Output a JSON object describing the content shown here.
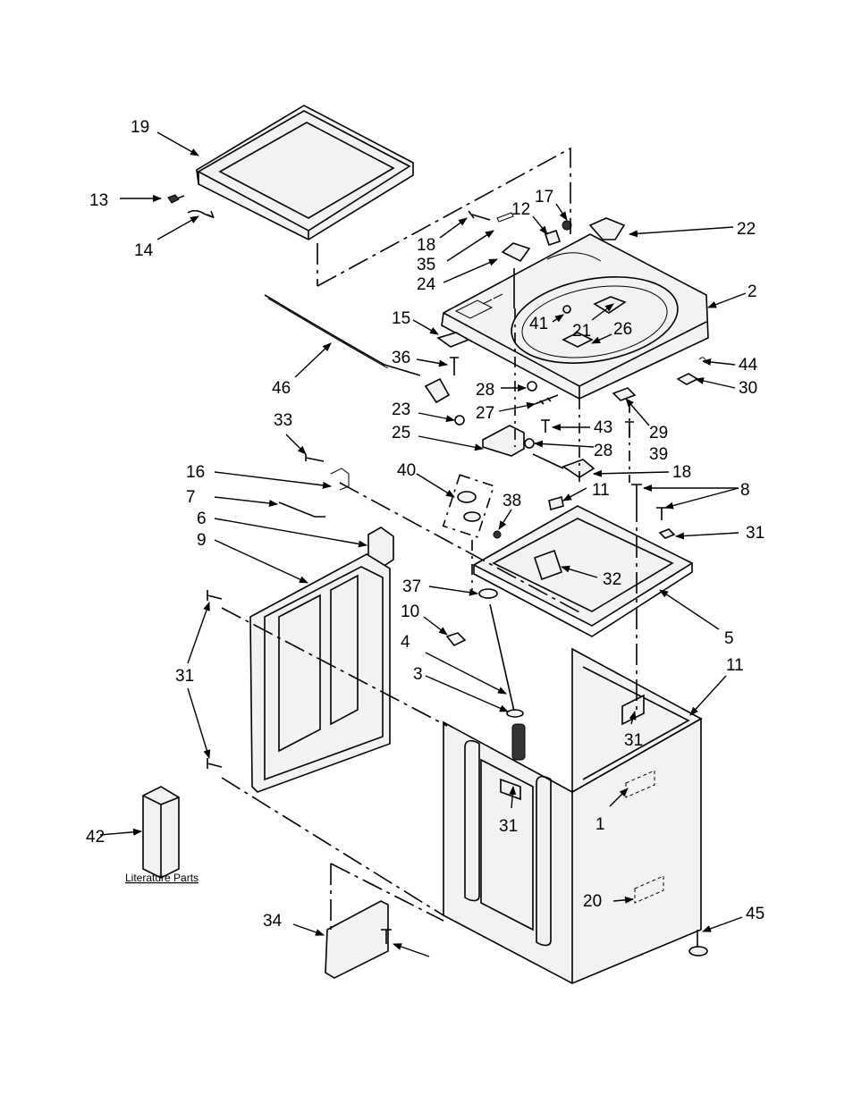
{
  "diagram": {
    "literature_label": "Literature Parts",
    "callouts": [
      "19",
      "13",
      "14",
      "18",
      "35",
      "24",
      "12",
      "17",
      "22",
      "2",
      "15",
      "36",
      "46",
      "41",
      "21",
      "26",
      "44",
      "30",
      "28",
      "27",
      "43",
      "29",
      "39",
      "23",
      "25",
      "18",
      "33",
      "16",
      "7",
      "6",
      "9",
      "40",
      "38",
      "11",
      "8",
      "31",
      "32",
      "37",
      "10",
      "4",
      "3",
      "5",
      "11",
      "31",
      "31",
      "31",
      "1",
      "42",
      "20",
      "45",
      "34"
    ]
  }
}
